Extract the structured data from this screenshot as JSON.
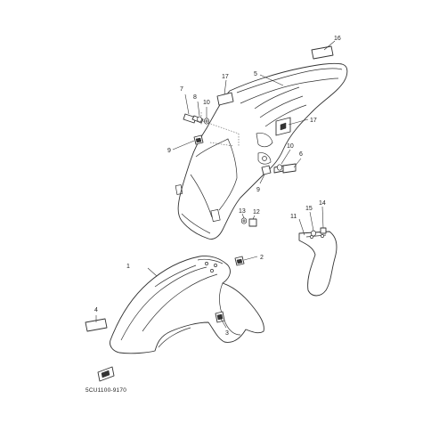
{
  "diagram": {
    "catalog_code": "5CU1100-9170",
    "callouts": {
      "c1": "1",
      "c2": "2",
      "c3": "3",
      "c4": "4",
      "c5": "5",
      "c6": "6",
      "c7": "7",
      "c8": "8",
      "c9a": "9",
      "c9b": "9",
      "c10a": "10",
      "c10b": "10",
      "c11": "11",
      "c12": "12",
      "c13": "13",
      "c14": "14",
      "c15": "15",
      "c16": "16",
      "c17a": "17",
      "c17b": "17"
    }
  }
}
